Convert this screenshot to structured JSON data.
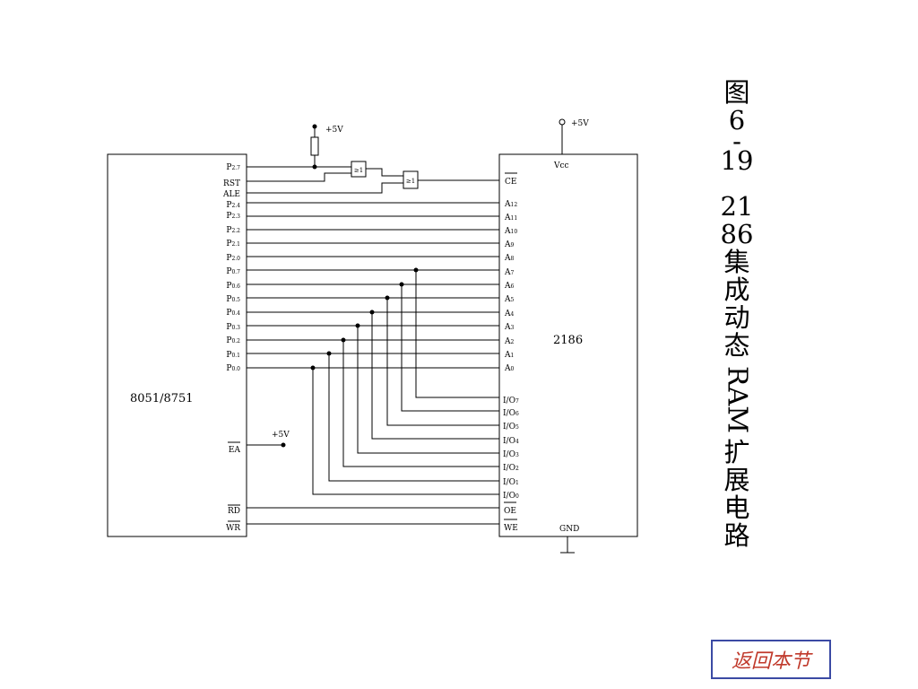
{
  "figure": {
    "caption_lines": [
      "图",
      "6",
      "-",
      "19",
      "21",
      "86",
      "集",
      "成",
      "动",
      "态",
      "RAM",
      "扩",
      "展",
      "电",
      "路"
    ]
  },
  "nav": {
    "back_label": "返回本节"
  },
  "colors": {
    "wire": "#000000",
    "back_border": "#3b4aa4",
    "back_text": "#c0392b"
  },
  "diagram": {
    "mcu": {
      "name": "8051/8751",
      "pins": {
        "p27": [
          "P",
          "2.7"
        ],
        "rst": [
          "RST",
          ""
        ],
        "ale": [
          "ALE",
          ""
        ],
        "p24": [
          "P",
          "2.4"
        ],
        "p23": [
          "P",
          "2.3"
        ],
        "p22": [
          "P",
          "2.2"
        ],
        "p21": [
          "P",
          "2.1"
        ],
        "p20": [
          "P",
          "2.0"
        ],
        "p07": [
          "P",
          "0.7"
        ],
        "p06": [
          "P",
          "0.6"
        ],
        "p05": [
          "P",
          "0.5"
        ],
        "p04": [
          "P",
          "0.4"
        ],
        "p03": [
          "P",
          "0.3"
        ],
        "p02": [
          "P",
          "0.2"
        ],
        "p01": [
          "P",
          "0.1"
        ],
        "p00": [
          "P",
          "0.0"
        ],
        "ea": [
          "EA",
          ""
        ],
        "rd": [
          "RD",
          ""
        ],
        "wr": [
          "WR",
          ""
        ]
      }
    },
    "ram": {
      "name": "2186",
      "vcc": "Vcc",
      "gnd": "GND",
      "pins": {
        "ce": [
          "CE",
          ""
        ],
        "a12": [
          "A",
          "12"
        ],
        "a11": [
          "A",
          "11"
        ],
        "a10": [
          "A",
          "10"
        ],
        "a9": [
          "A",
          "9"
        ],
        "a8": [
          "A",
          "8"
        ],
        "a7": [
          "A",
          "7"
        ],
        "a6": [
          "A",
          "6"
        ],
        "a5": [
          "A",
          "5"
        ],
        "a4": [
          "A",
          "4"
        ],
        "a3": [
          "A",
          "3"
        ],
        "a2": [
          "A",
          "2"
        ],
        "a1": [
          "A",
          "1"
        ],
        "a0": [
          "A",
          "0"
        ],
        "io7": [
          "I/O",
          "7"
        ],
        "io6": [
          "I/O",
          "6"
        ],
        "io5": [
          "I/O",
          "5"
        ],
        "io4": [
          "I/O",
          "4"
        ],
        "io3": [
          "I/O",
          "3"
        ],
        "io2": [
          "I/O",
          "2"
        ],
        "io1": [
          "I/O",
          "1"
        ],
        "io0": [
          "I/O",
          "0"
        ],
        "oe": [
          "OE",
          ""
        ],
        "we": [
          "WE",
          ""
        ]
      }
    },
    "gate_label": "≥1",
    "supply_pullup": "+5V",
    "supply_vcc": "+5V",
    "supply_ea": "+5V"
  }
}
